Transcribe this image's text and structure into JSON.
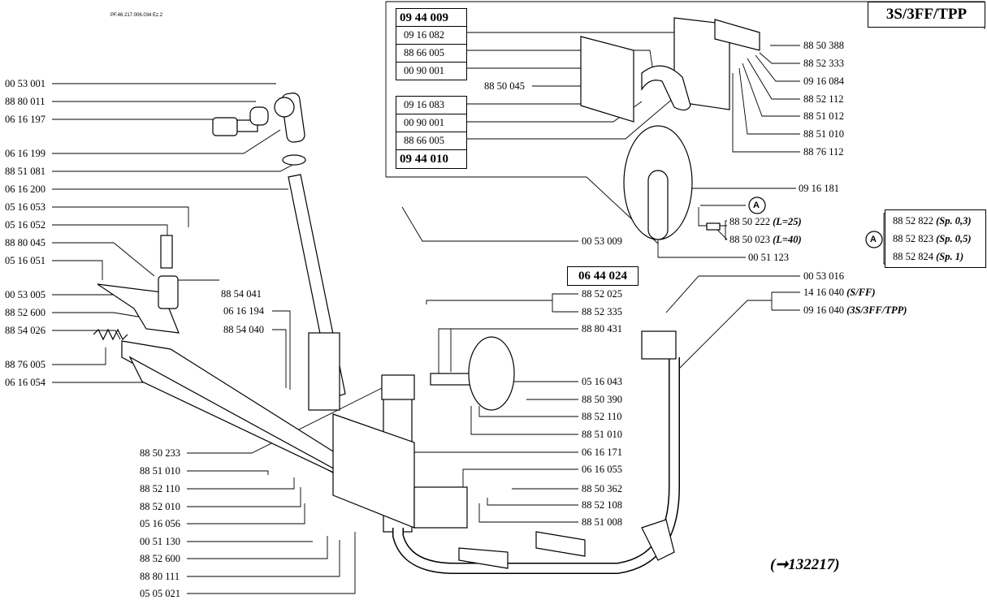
{
  "doc_code": "PF.46   217.006.034 Ez.2",
  "model_label": "3S/3FF/TPP",
  "ref_note": "(➞132217)",
  "kit_top": {
    "title": "09 44 009",
    "items": [
      "09 16 082",
      "88 66 005",
      "00 90 001"
    ]
  },
  "kit_bottom": {
    "items": [
      "09 16 083",
      "00 90 001",
      "88 66 005"
    ],
    "title": "09 44 010"
  },
  "kit_mid": "06 44 024",
  "variants_a": {
    "marker": "A",
    "rows": [
      {
        "part": "88 52 822",
        "note": "(Sp. 0,3)"
      },
      {
        "part": "88 52 823",
        "note": "(Sp. 0,5)"
      },
      {
        "part": "88 52 824",
        "note": "(Sp. 1)"
      }
    ]
  },
  "left_labels": [
    "00 53 001",
    "88 80 011",
    "06 16 197",
    "06 16 199",
    "88 51 081",
    "06 16 200",
    "05 16 053",
    "05 16 052",
    "88 80 045",
    "05 16 051",
    "00 53 005",
    "88 52 600",
    "88 54 026",
    "88 76 005",
    "06 16 054"
  ],
  "bottom_left_labels": [
    "88 50 233",
    "88 51 010",
    "88 52 110",
    "88 52 010",
    "05 16 056",
    "00 51 130",
    "88 52 600",
    "88 80 111",
    "05 05 021"
  ],
  "mid_labels": {
    "p1": "88 54 041",
    "p2": "06 16 194",
    "p3": "88 54 040",
    "p4": "88 50 045"
  },
  "right_top_labels": [
    "88 50 388",
    "88 52 333",
    "09 16 084",
    "88 52 112",
    "88 51 012",
    "88 51 010",
    "88 76 112"
  ],
  "disc": {
    "l1": "09 16 181",
    "l2": "88 50 222",
    "l2n": "(L=25)",
    "l3": "88 50 023",
    "l3n": "(L=40)",
    "l4": "00 51 123"
  },
  "right_labels": {
    "a": "00 53 009",
    "b": "00 53 016",
    "c": "14 16 040",
    "cn": "(S/FF)",
    "d": "09 16 040",
    "dn": "(3S/3FF/TPP)",
    "e": "88 52 025",
    "f": "88 52 335",
    "g": "88 80 431",
    "h": "05 16 043",
    "i": "88 50 390",
    "j": "88 52 110",
    "k": "88 51 010",
    "l": "06 16 171",
    "m": "06 16 055",
    "n": "88 50 362",
    "o": "88 52 108",
    "p": "88 51 008"
  }
}
